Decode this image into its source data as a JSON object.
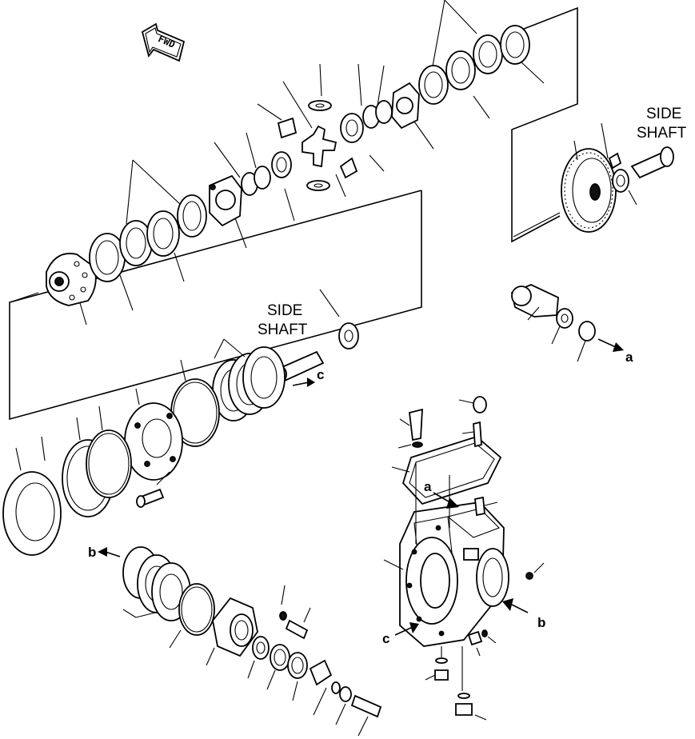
{
  "labels": {
    "fwd": "FWD",
    "side_shaft_top_line1": "SIDE",
    "side_shaft_top_line2": "SHAFT",
    "side_shaft_mid_line1": "SIDE",
    "side_shaft_mid_line2": "SHAFT"
  },
  "callouts": {
    "a1": "a",
    "a2": "a",
    "b1": "b",
    "b2": "b",
    "c1": "c",
    "c2": "c"
  },
  "colors": {
    "ink": "#000000",
    "paper": "#ffffff"
  }
}
